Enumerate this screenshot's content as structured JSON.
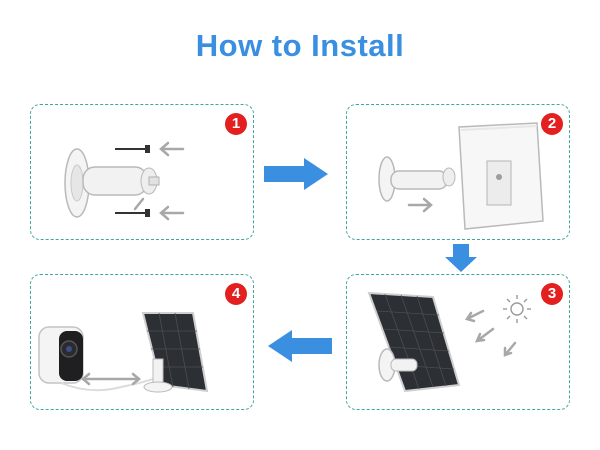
{
  "title": "How to Install",
  "colors": {
    "title": "#3a8fe0",
    "panel_border": "#3fa89b",
    "step_badge": "#e31f1f",
    "flow_arrow": "#3a8fe0"
  },
  "steps": [
    {
      "number": "1"
    },
    {
      "number": "2"
    },
    {
      "number": "3"
    },
    {
      "number": "4"
    }
  ],
  "flow_arrows": [
    "right",
    "down",
    "left"
  ]
}
